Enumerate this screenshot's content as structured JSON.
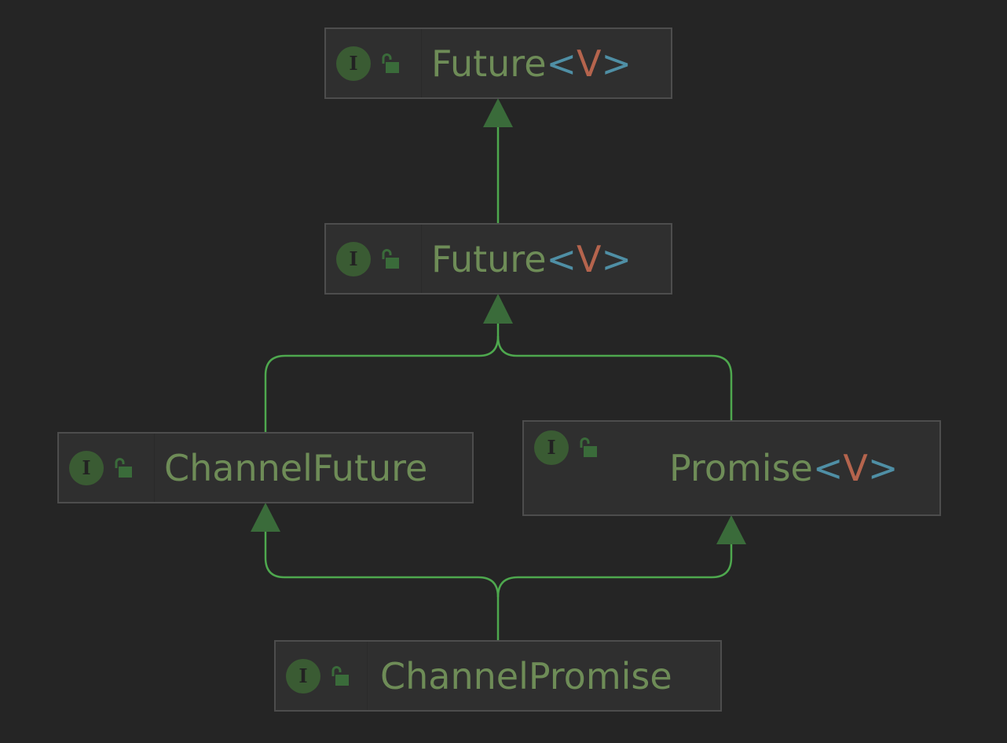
{
  "diagram": {
    "colors": {
      "background": "#252525",
      "node_fill": "#2f2f2f",
      "node_border": "#4d4d4d",
      "label_text": "#6e8c57",
      "angle_bracket": "#4f8fa5",
      "type_parameter": "#b5644d",
      "edge": "#4ea84e",
      "arrowhead": "#3a6b3a"
    },
    "nodes": {
      "future_top": {
        "name": "Future",
        "open": "<",
        "param": "V",
        "close": ">",
        "icons": [
          "interface-icon",
          "unlocked-icon"
        ],
        "interface_badge": "I"
      },
      "future_mid": {
        "name": "Future",
        "open": "<",
        "param": "V",
        "close": ">",
        "icons": [
          "interface-icon",
          "unlocked-icon"
        ],
        "interface_badge": "I"
      },
      "channel_future": {
        "name": "ChannelFuture",
        "icons": [
          "interface-icon",
          "unlocked-icon"
        ],
        "interface_badge": "I"
      },
      "promise": {
        "name": "Promise",
        "open": "<",
        "param": "V",
        "close": ">",
        "icons": [
          "interface-icon",
          "unlocked-icon"
        ],
        "interface_badge": "I"
      },
      "channel_promise": {
        "name": "ChannelPromise",
        "icons": [
          "interface-icon",
          "unlocked-icon"
        ],
        "interface_badge": "I"
      }
    },
    "edges": [
      {
        "from": "future_mid",
        "to": "future_top",
        "kind": "extends"
      },
      {
        "from": "channel_future",
        "to": "future_mid",
        "kind": "extends"
      },
      {
        "from": "promise",
        "to": "future_mid",
        "kind": "extends"
      },
      {
        "from": "channel_promise",
        "to": "channel_future",
        "kind": "extends"
      },
      {
        "from": "channel_promise",
        "to": "promise",
        "kind": "extends"
      }
    ]
  }
}
